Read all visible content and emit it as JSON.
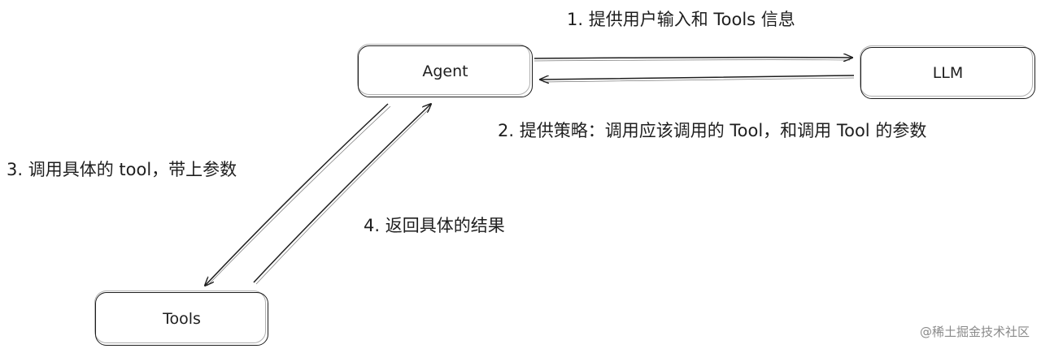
{
  "nodes": {
    "agent": "Agent",
    "llm": "LLM",
    "tools": "Tools"
  },
  "edges": {
    "agent_to_llm": "1. 提供用户输入和 Tools 信息",
    "llm_to_agent": "2. 提供策略：调用应该调用的 Tool，和调用 Tool 的参数",
    "agent_to_tools": "3. 调用具体的 tool，带上参数",
    "tools_to_agent": "4. 返回具体的结果"
  },
  "watermark": "@稀土掘金技术社区"
}
